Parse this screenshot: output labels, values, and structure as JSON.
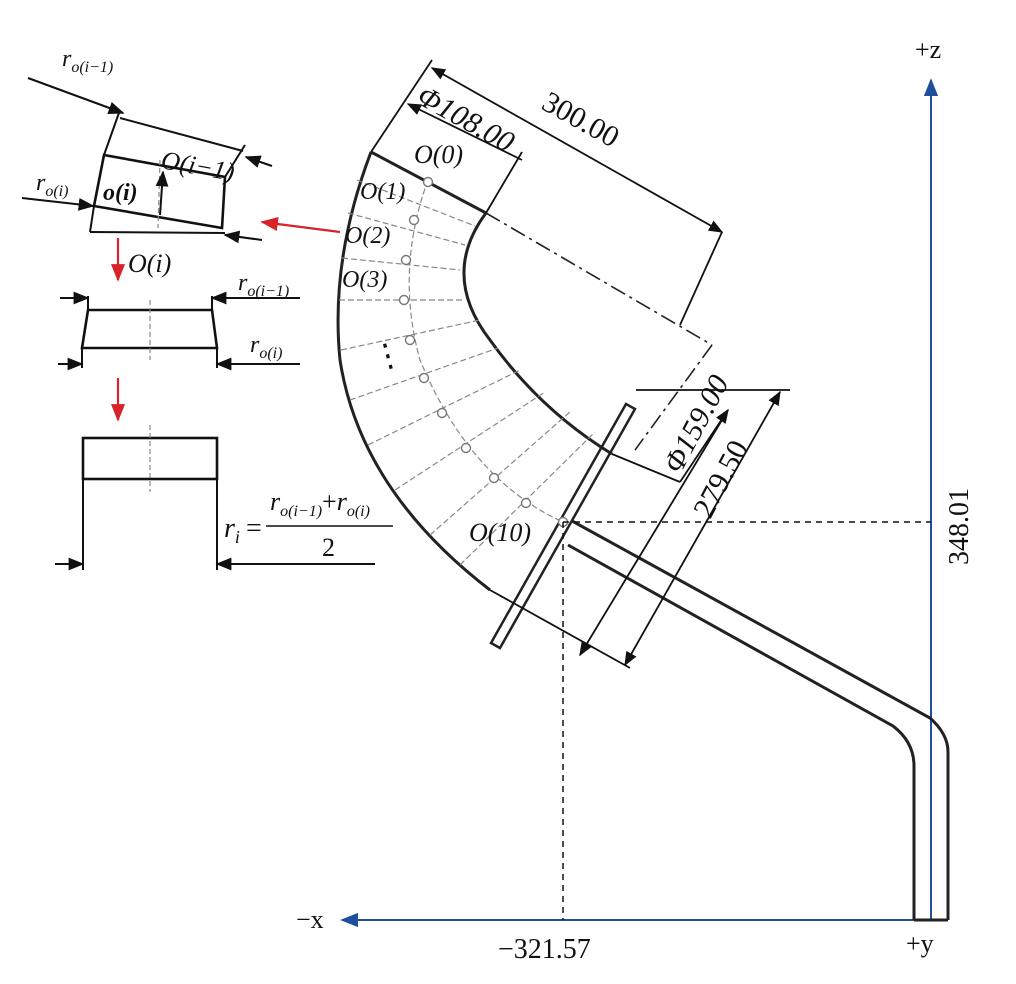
{
  "axes": {
    "z_label": "+z",
    "x_label": "−x",
    "y_label": "+y",
    "axis_color": "#1f4e9a"
  },
  "dimensions": {
    "length_300": "300.00",
    "dia_108": "Φ108.00",
    "dia_159": "Φ159.00",
    "length_279": "279.50",
    "height_348": "348.01",
    "x_321": "−321.57"
  },
  "points": {
    "o0": "O(0)",
    "o1": "O(1)",
    "o2": "O(2)",
    "o3": "O(3)",
    "o10": "O(10)",
    "ellipsis": "⋮"
  },
  "inset": {
    "r_prev": "r",
    "r_prev_sub": "o(i−1)",
    "r_cur": "r",
    "r_cur_sub": "o(i)",
    "o_prev": "O(i−1)",
    "o_small": "o(i)",
    "o_cur": "O(i)",
    "formula_lhs": "r",
    "formula_lhs_sub": "i",
    "formula_eq": "=",
    "formula_num_a": "r",
    "formula_num_a_sub": "o(i−1)",
    "formula_plus": "+",
    "formula_num_b": "r",
    "formula_num_b_sub": "o(i)",
    "formula_den": "2"
  },
  "colors": {
    "arrow": "#d8232a",
    "line": "#222222"
  }
}
